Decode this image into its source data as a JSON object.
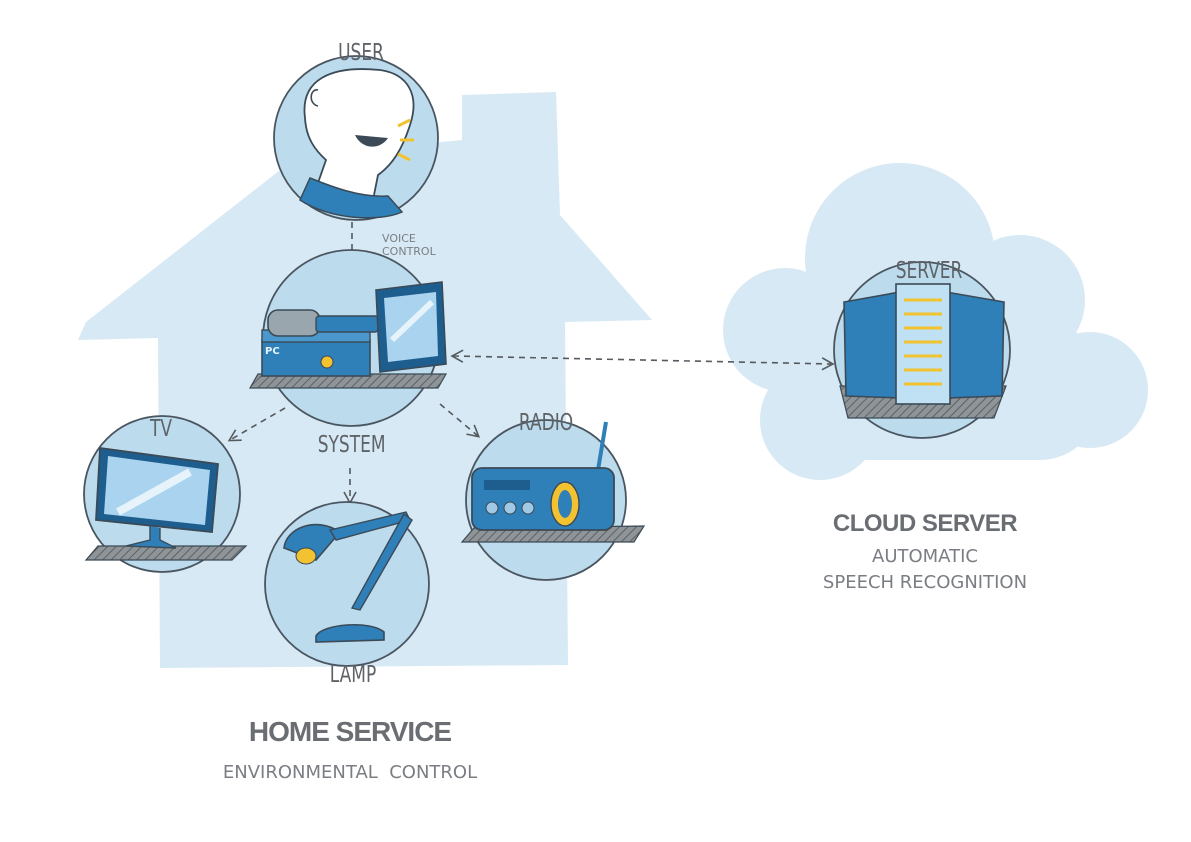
{
  "nodes": {
    "user": "USER",
    "system": "SYSTEM",
    "tv": "TV",
    "radio": "RADIO",
    "lamp": "LAMP",
    "server": "SERVER"
  },
  "edges": {
    "voice_control_line1": "VOICE",
    "voice_control_line2": "CONTROL"
  },
  "device_labels": {
    "pc": "PC"
  },
  "home": {
    "title": "HOME SERVICE",
    "subtitle": "ENVIRONMENTAL  CONTROL"
  },
  "cloud": {
    "title": "CLOUD SERVER",
    "subtitle_line1": "AUTOMATIC",
    "subtitle_line2": "SPEECH RECOGNITION"
  },
  "colors": {
    "house_fill": "#d7e9f4",
    "circle_fill": "#bcdcee",
    "device_blue": "#2f7fb8",
    "device_dark": "#1d5e8f",
    "outline": "#3b4a56",
    "label_gray": "#6b6f74",
    "accent_yellow": "#f2c230"
  }
}
